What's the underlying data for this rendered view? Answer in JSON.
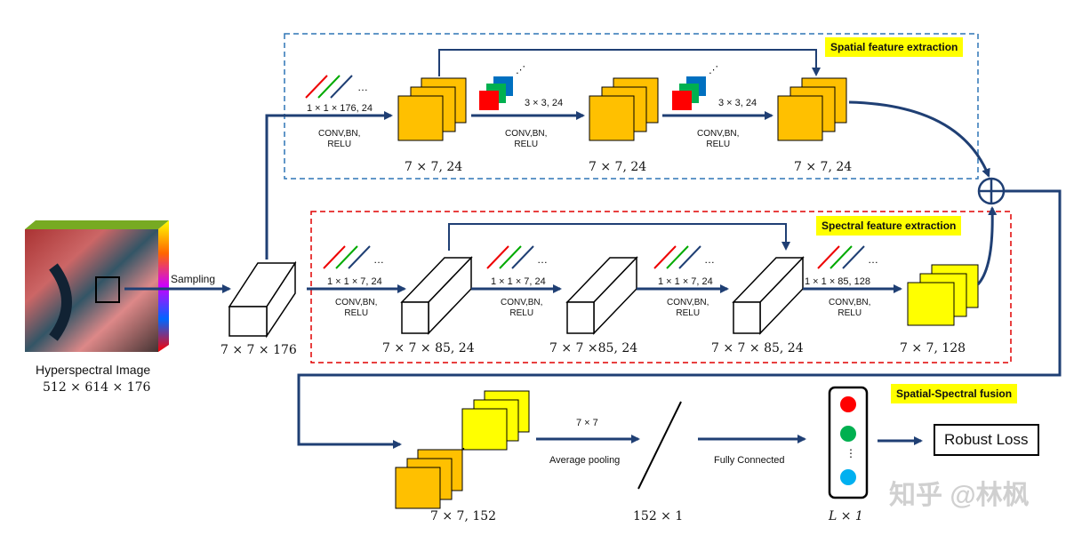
{
  "input": {
    "title": "Hyperspectral Image",
    "dims": "512 × 614 × 176",
    "sampling_label": "Sampling",
    "patch_dims": "7 × 7 × 176"
  },
  "spatial": {
    "tag": "Spatial feature extraction",
    "ops": [
      {
        "kernel": "1 × 1 × 176, 24",
        "op": "CONV,BN,\nRELU"
      },
      {
        "kernel": "3 × 3, 24",
        "op": "CONV,BN,\nRELU"
      },
      {
        "kernel": "3 × 3, 24",
        "op": "CONV,BN,\nRELU"
      }
    ],
    "outputs": [
      "7 × 7, 24",
      "7 × 7, 24",
      "7 × 7, 24"
    ]
  },
  "spectral": {
    "tag": "Spectral feature extraction",
    "ops": [
      {
        "kernel": "1 × 1 × 7, 24",
        "op": "CONV,BN,\nRELU"
      },
      {
        "kernel": "1 × 1 × 7, 24",
        "op": "CONV,BN,\nRELU"
      },
      {
        "kernel": "1 × 1 × 7, 24",
        "op": "CONV,BN,\nRELU"
      },
      {
        "kernel": "1 × 1 × 85, 128",
        "op": "CONV,BN,\nRELU"
      }
    ],
    "outputs": [
      "7 × 7 × 85, 24",
      "7 × 7 ×85, 24",
      "7 × 7 × 85, 24",
      "7 × 7, 128"
    ]
  },
  "fusion": {
    "tag": "Spatial-Spectral fusion",
    "concat_dims": "7 × 7, 152",
    "pool_kernel": "7 × 7",
    "pool_label": "Average pooling",
    "vector_dims": "152 × 1",
    "fc_label": "Fully Connected",
    "output_dims": "L × 1",
    "loss_label": "Robust Loss"
  },
  "watermark": "知乎 @林枫",
  "colors": {
    "orange": "#FFC000",
    "yellow": "#FFFF00",
    "arrow": "#1F3F74",
    "spatial_box": "#2E75B6",
    "spectral_box": "#E00000",
    "red_dot": "#FF0000",
    "green_dot": "#00B050",
    "blue_dot": "#00B0F0"
  }
}
